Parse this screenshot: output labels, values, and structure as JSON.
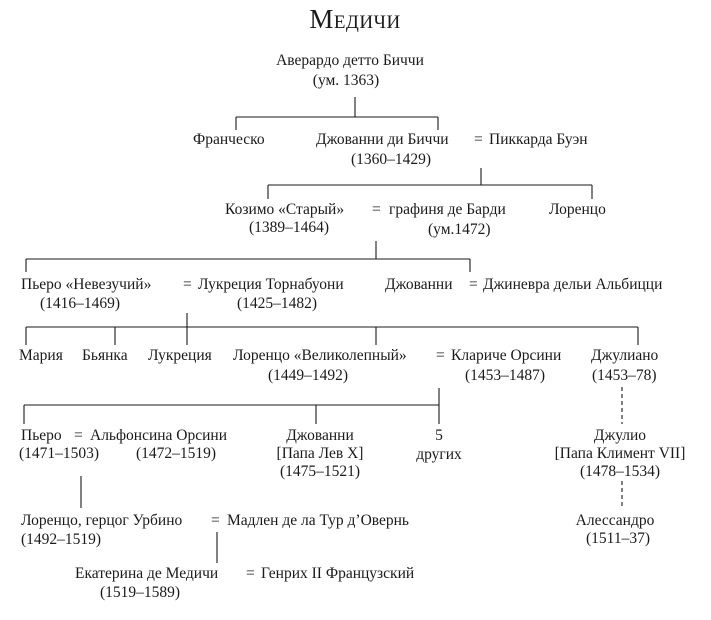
{
  "title": "Медичи",
  "generation1": {
    "averardo": {
      "name": "Аверардо детто Биччи",
      "dates": "(ум. 1363)"
    }
  },
  "generation2": {
    "francesco": {
      "name": "Франческо"
    },
    "giovanni_di_bicci": {
      "name": "Джованни ди Биччи",
      "dates": "(1360–1429)"
    },
    "eq": "=",
    "piccarda": {
      "name": "Пиккарда Буэн"
    }
  },
  "generation3": {
    "cosimo": {
      "name": "Козимо «Старый»",
      "dates": "(1389–1464)"
    },
    "eq": "=",
    "contessina": {
      "name": "графиня де Барди",
      "dates": "(ум.1472)"
    },
    "lorenzo": {
      "name": "Лоренцо"
    }
  },
  "generation4": {
    "piero": {
      "name": "Пьеро «Невезучий»",
      "dates": "(1416–1469)"
    },
    "eq1": "=",
    "lucrezia": {
      "name": "Лукреция Торнабуони",
      "dates": "(1425–1482)"
    },
    "giovanni": {
      "name": "Джованни"
    },
    "eq2": "=",
    "ginevra": {
      "name": "Джиневра дельи Альбицци"
    }
  },
  "generation5": {
    "maria": {
      "name": "Мария"
    },
    "bianca": {
      "name": "Бьянка"
    },
    "lucrezia": {
      "name": "Лукреция"
    },
    "lorenzo": {
      "name": "Лоренцо «Великолепный»",
      "dates": "(1449–1492)"
    },
    "eq": "=",
    "clarice": {
      "name": "Клариче Орсини",
      "dates": "(1453–1487)"
    },
    "giuliano": {
      "name": "Джулиано",
      "dates": "(1453–78)"
    }
  },
  "generation6": {
    "piero": {
      "name": "Пьеро",
      "dates": "(1471–1503)"
    },
    "eq": "=",
    "alfonsina": {
      "name": "Альфонсина Орсини",
      "dates": "(1472–1519)"
    },
    "giovanni": {
      "name": "Джованни",
      "title": "[Папа Лев X]",
      "dates": "(1475–1521)"
    },
    "others": {
      "count": "5",
      "label": "других"
    },
    "giulio": {
      "name": "Джулио",
      "title": "[Папа Климент VII]",
      "dates": "(1478–1534)"
    }
  },
  "generation7": {
    "lorenzo": {
      "name": "Лоренцо, герцог Урбино",
      "dates": "(1492–1519)"
    },
    "eq": "=",
    "madeleine": {
      "name": "Мадлен де ла Тур д’Овернь"
    },
    "alessandro": {
      "name": "Алессандро",
      "dates": "(1511–37)"
    }
  },
  "generation8": {
    "caterina": {
      "name": "Екатерина де Медичи",
      "dates": "(1519–1589)"
    },
    "eq": "=",
    "henri": {
      "name": "Генрих II Французский"
    }
  }
}
